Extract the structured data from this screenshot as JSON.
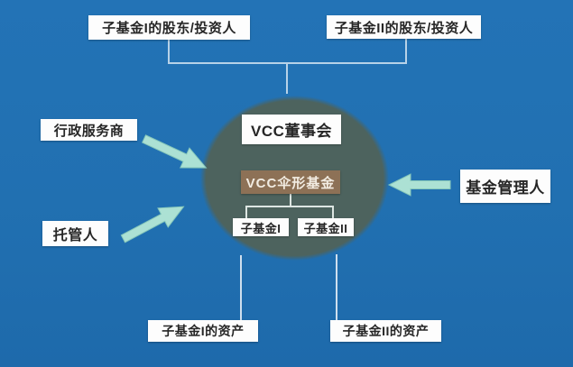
{
  "diagram_type": "vcc-umbrella-fund-structure",
  "nodes": {
    "shareholders1": "子基金I的股东/投资人",
    "shareholders2": "子基金II的股东/投资人",
    "board": "VCC董事会",
    "umbrella": "VCC伞形基金",
    "subfund1": "子基金I",
    "subfund2": "子基金II",
    "admin_provider": "行政服务商",
    "custodian": "托管人",
    "fund_manager": "基金管理人",
    "assets1": "子基金I的资产",
    "assets2": "子基金II的资产"
  },
  "edges": [
    {
      "from": "shareholders1",
      "to": "vcc-circle",
      "type": "line"
    },
    {
      "from": "shareholders2",
      "to": "vcc-circle",
      "type": "line"
    },
    {
      "from": "umbrella",
      "to": "subfund1",
      "type": "line"
    },
    {
      "from": "umbrella",
      "to": "subfund2",
      "type": "line"
    },
    {
      "from": "vcc-circle",
      "to": "assets1",
      "type": "line"
    },
    {
      "from": "vcc-circle",
      "to": "assets2",
      "type": "line"
    },
    {
      "from": "admin_provider",
      "to": "vcc-circle",
      "type": "arrow"
    },
    {
      "from": "custodian",
      "to": "vcc-circle",
      "type": "arrow"
    },
    {
      "from": "fund_manager",
      "to": "vcc-circle",
      "type": "arrow"
    }
  ],
  "colors": {
    "background": "#2271b3",
    "circle_fill": "#4d635e",
    "umbrella_fill": "#8d7156",
    "umbrella_text": "#f2ece2",
    "label_box_bg": "#fdfdfd",
    "label_text": "#262626",
    "arrow_fill": "#ace1d4",
    "arrow_edge": "#86c7ba",
    "connector_top": "#b7d2e8",
    "connector_inner": "#dde6e2",
    "connector_bottom": "#cfdfee"
  }
}
